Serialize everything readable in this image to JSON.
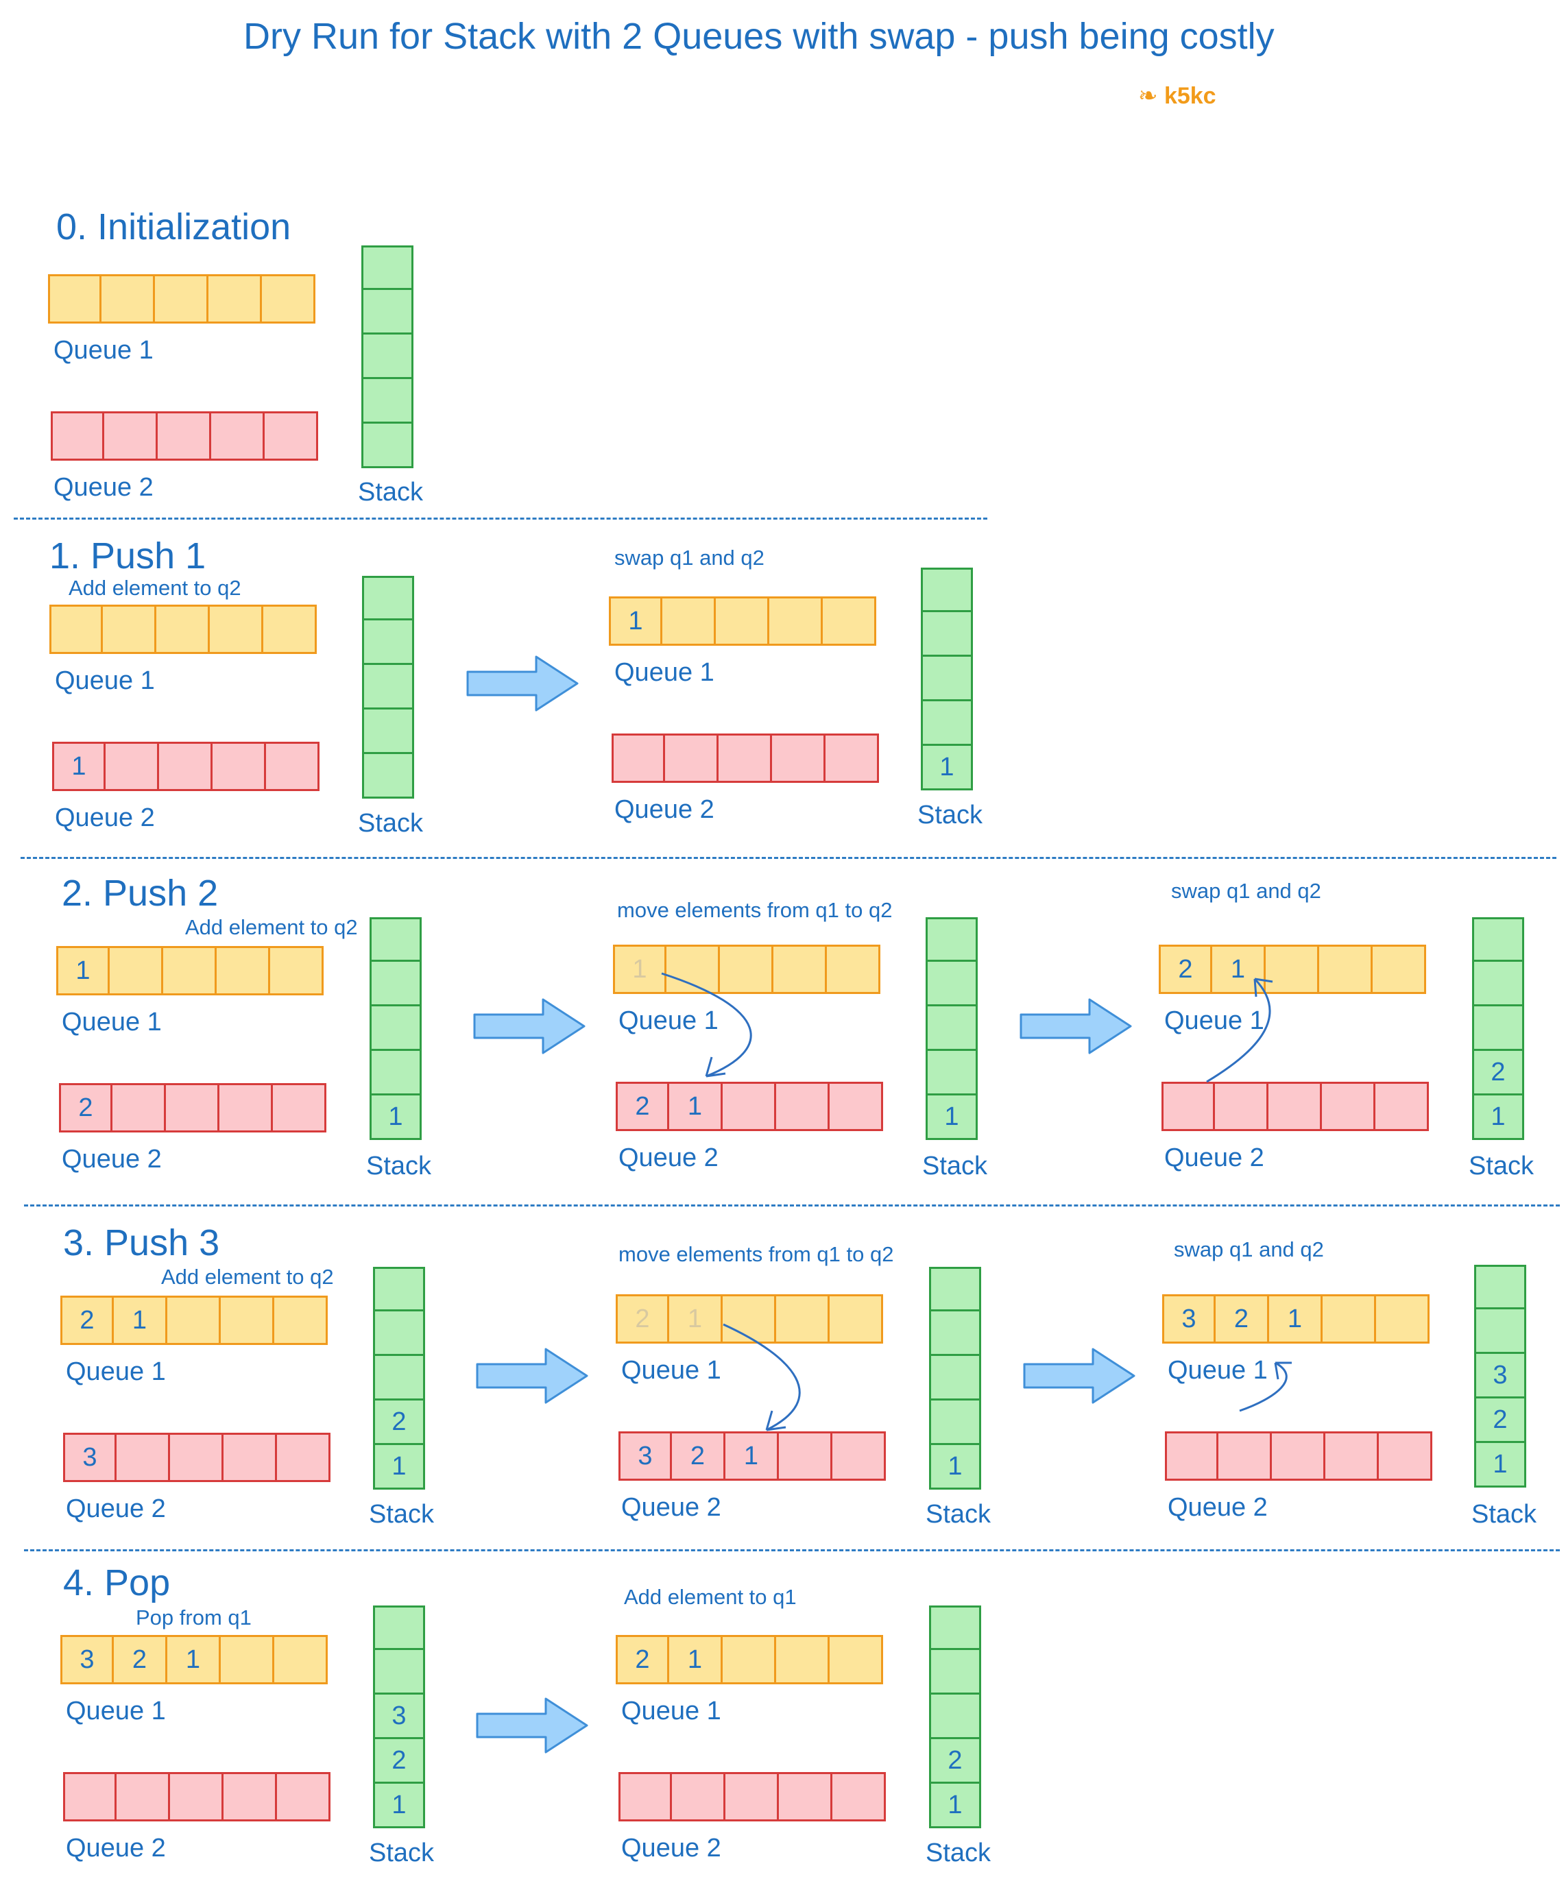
{
  "title": "Dry Run for Stack with 2 Queues with swap - push being costly",
  "logo_text": "k5kc",
  "colors": {
    "text": "#1f6fbf",
    "queue1_fill": "#fde59b",
    "queue2_fill": "#fcc8cc",
    "stack_fill": "#b4efb8",
    "arrow": "#9fd2fb"
  },
  "labels": {
    "queue1": "Queue 1",
    "queue2": "Queue 2",
    "stack": "Stack"
  },
  "sections": [
    {
      "heading": "0. Initialization"
    },
    {
      "heading": "1. Push 1",
      "note": "Add element to q2",
      "step2_note": "swap  q1 and q2"
    },
    {
      "heading": "2. Push 2",
      "note": "Add element to q2",
      "step2_note": "move elements from q1 to q2",
      "step3_note": "swap  q1 and q2"
    },
    {
      "heading": "3. Push 3",
      "note": "Add element to q2",
      "step2_note": "move elements from q1 to q2",
      "step3_note": "swap  q1 and q2"
    },
    {
      "heading": "4. Pop",
      "note": "Pop from q1",
      "step2_note": "Add element to q1"
    }
  ]
}
